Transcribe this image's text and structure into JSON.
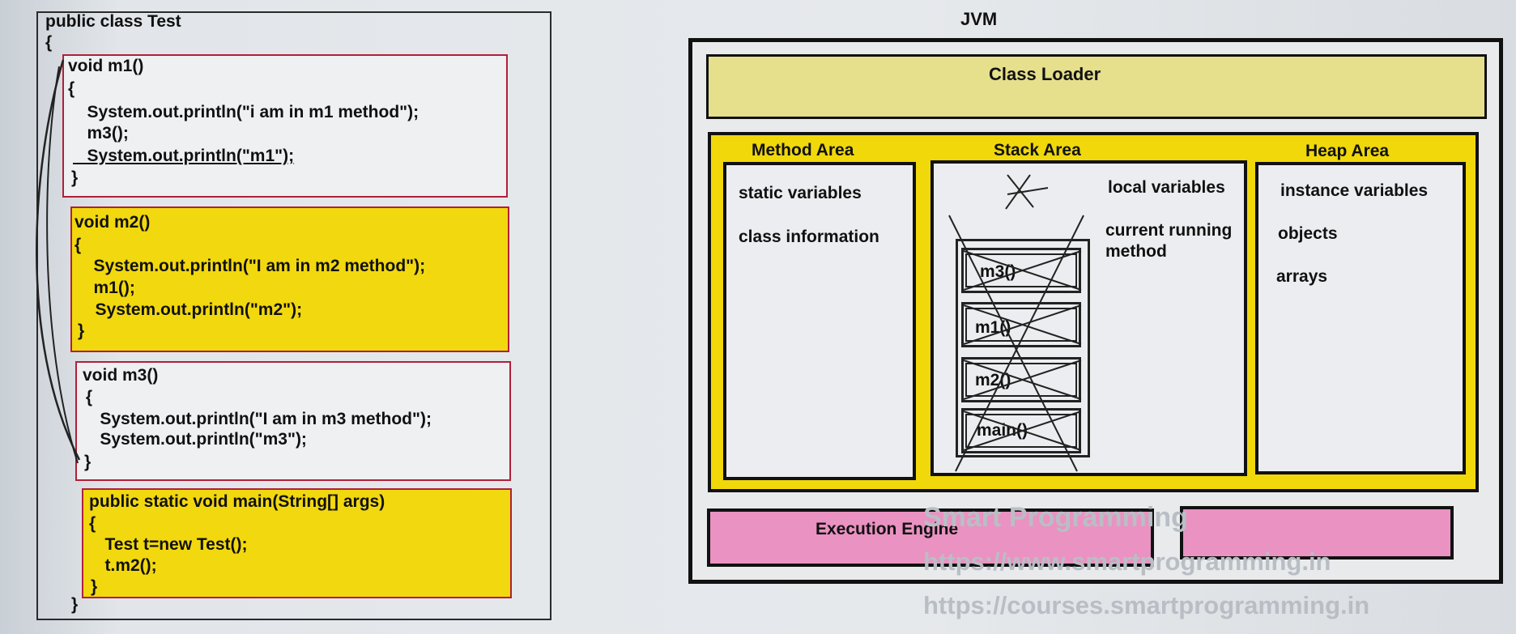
{
  "code": {
    "class_decl": "public class Test",
    "class_open": "{",
    "class_close": "}",
    "methods": [
      {
        "lines": [
          "void m1()",
          "{",
          "   System.out.println(\"i am in m1 method\");",
          "   m3();",
          "   System.out.println(\"m1\");",
          "}"
        ]
      },
      {
        "lines": [
          "void m2()",
          "{",
          "   System.out.println(\"I am in m2 method\");",
          "   m1();",
          "   System.out.println(\"m2\");",
          "}"
        ]
      },
      {
        "lines": [
          "void m3()",
          " {",
          "    System.out.println(\"I am in m3 method\");",
          "    System.out.println(\"m3\");",
          "}"
        ]
      },
      {
        "lines": [
          "public static void main(String[] args)",
          "{",
          "   Test t=new Test();",
          "   t.m2();",
          "}"
        ]
      }
    ]
  },
  "jvm": {
    "title": "JVM",
    "class_loader": "Class Loader",
    "method_area": {
      "title": "Method Area",
      "items": [
        "static variables",
        "class information"
      ]
    },
    "stack_area": {
      "title": "Stack Area",
      "items": [
        "local variables",
        "current running",
        "method"
      ],
      "frames": [
        "m3()",
        "m1()",
        "m2()",
        "main()"
      ]
    },
    "heap_area": {
      "title": "Heap Area",
      "items": [
        "instance variables",
        "objects",
        "arrays"
      ]
    },
    "execution_engine": "Execution Engine"
  },
  "watermark": {
    "name": "Smart Programming",
    "url1": "https://www.smartprogramming.in",
    "url2": "https://courses.smartprogramming.in"
  },
  "colors": {
    "yellow": "#f2d80e",
    "pink": "#ea92c2",
    "loader": "#e6df8c",
    "border_red": "#b0203a"
  }
}
